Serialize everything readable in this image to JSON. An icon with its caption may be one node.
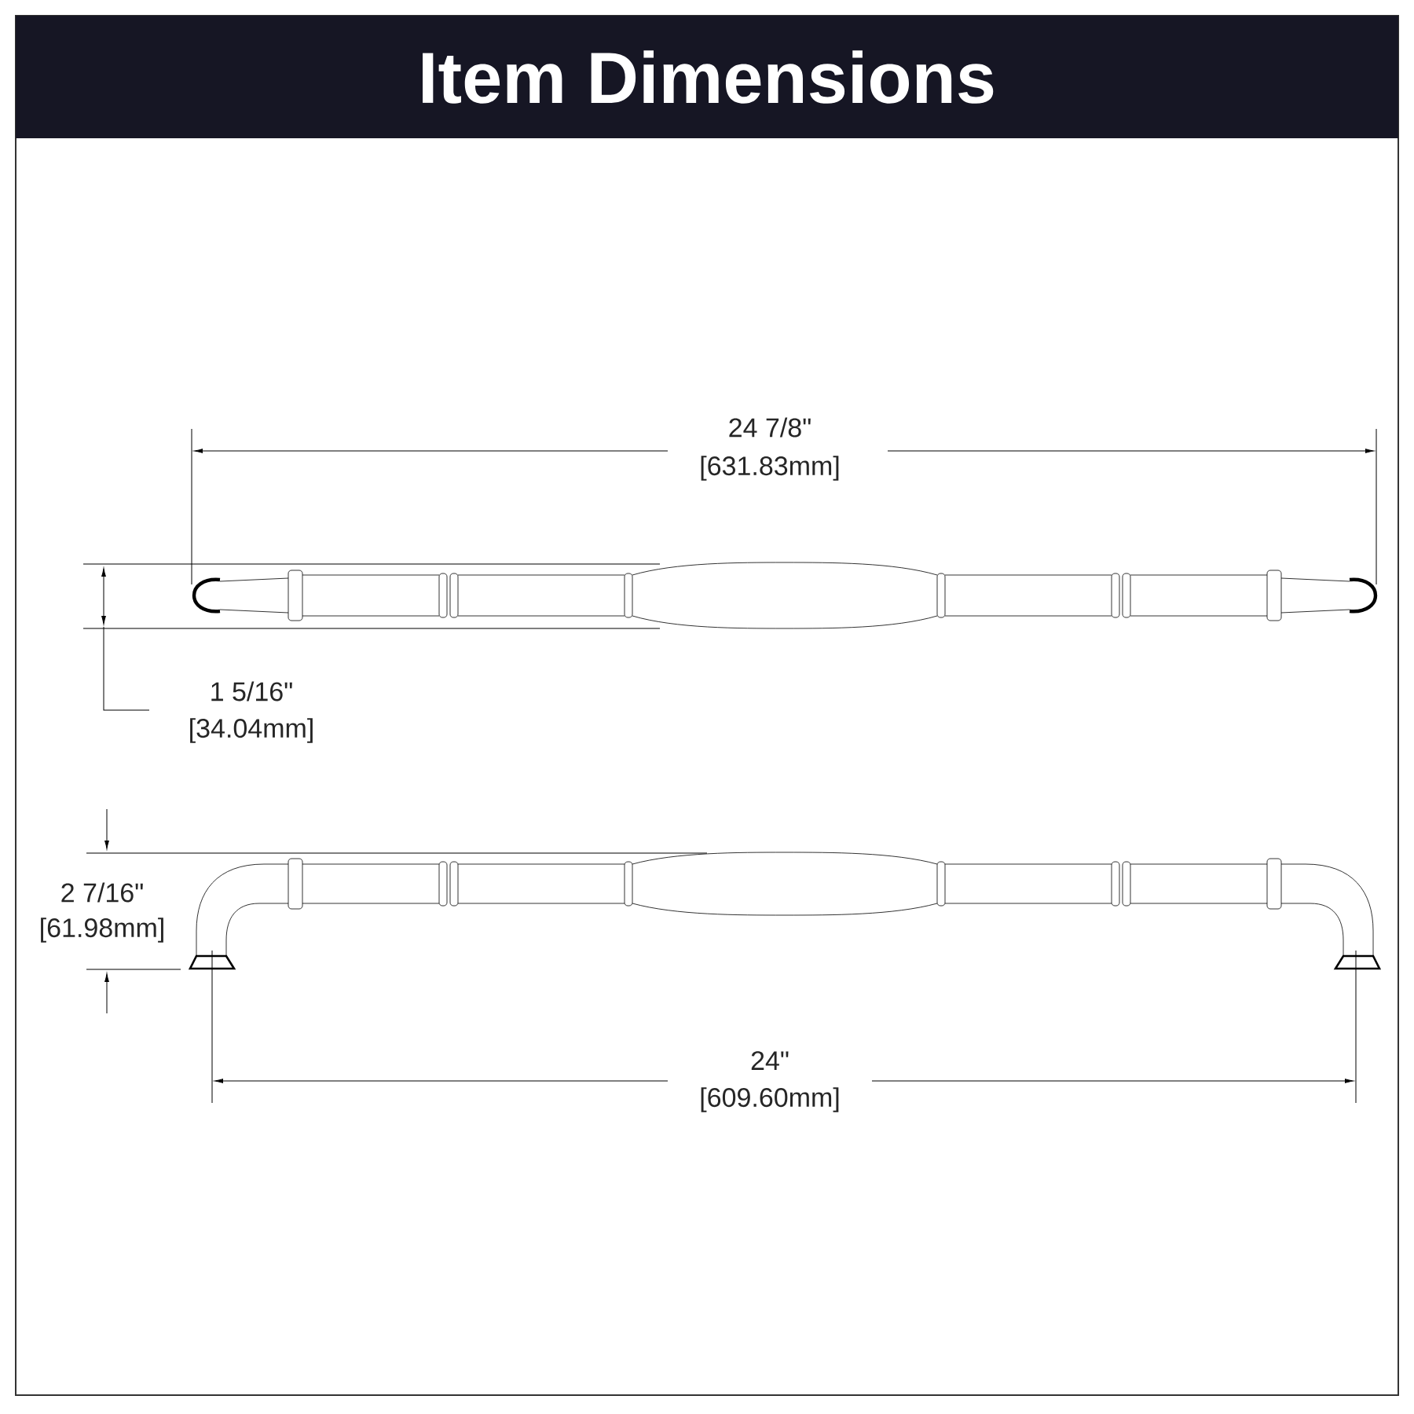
{
  "diagram": {
    "title": "Item Dimensions",
    "labels": [
      "24 7/8\"",
      "[631.83mm]",
      "1 5/16\"",
      "[34.04mm]",
      "2 7/16\"",
      "[61.98mm]",
      "24\"",
      "[609.60mm]"
    ]
  }
}
